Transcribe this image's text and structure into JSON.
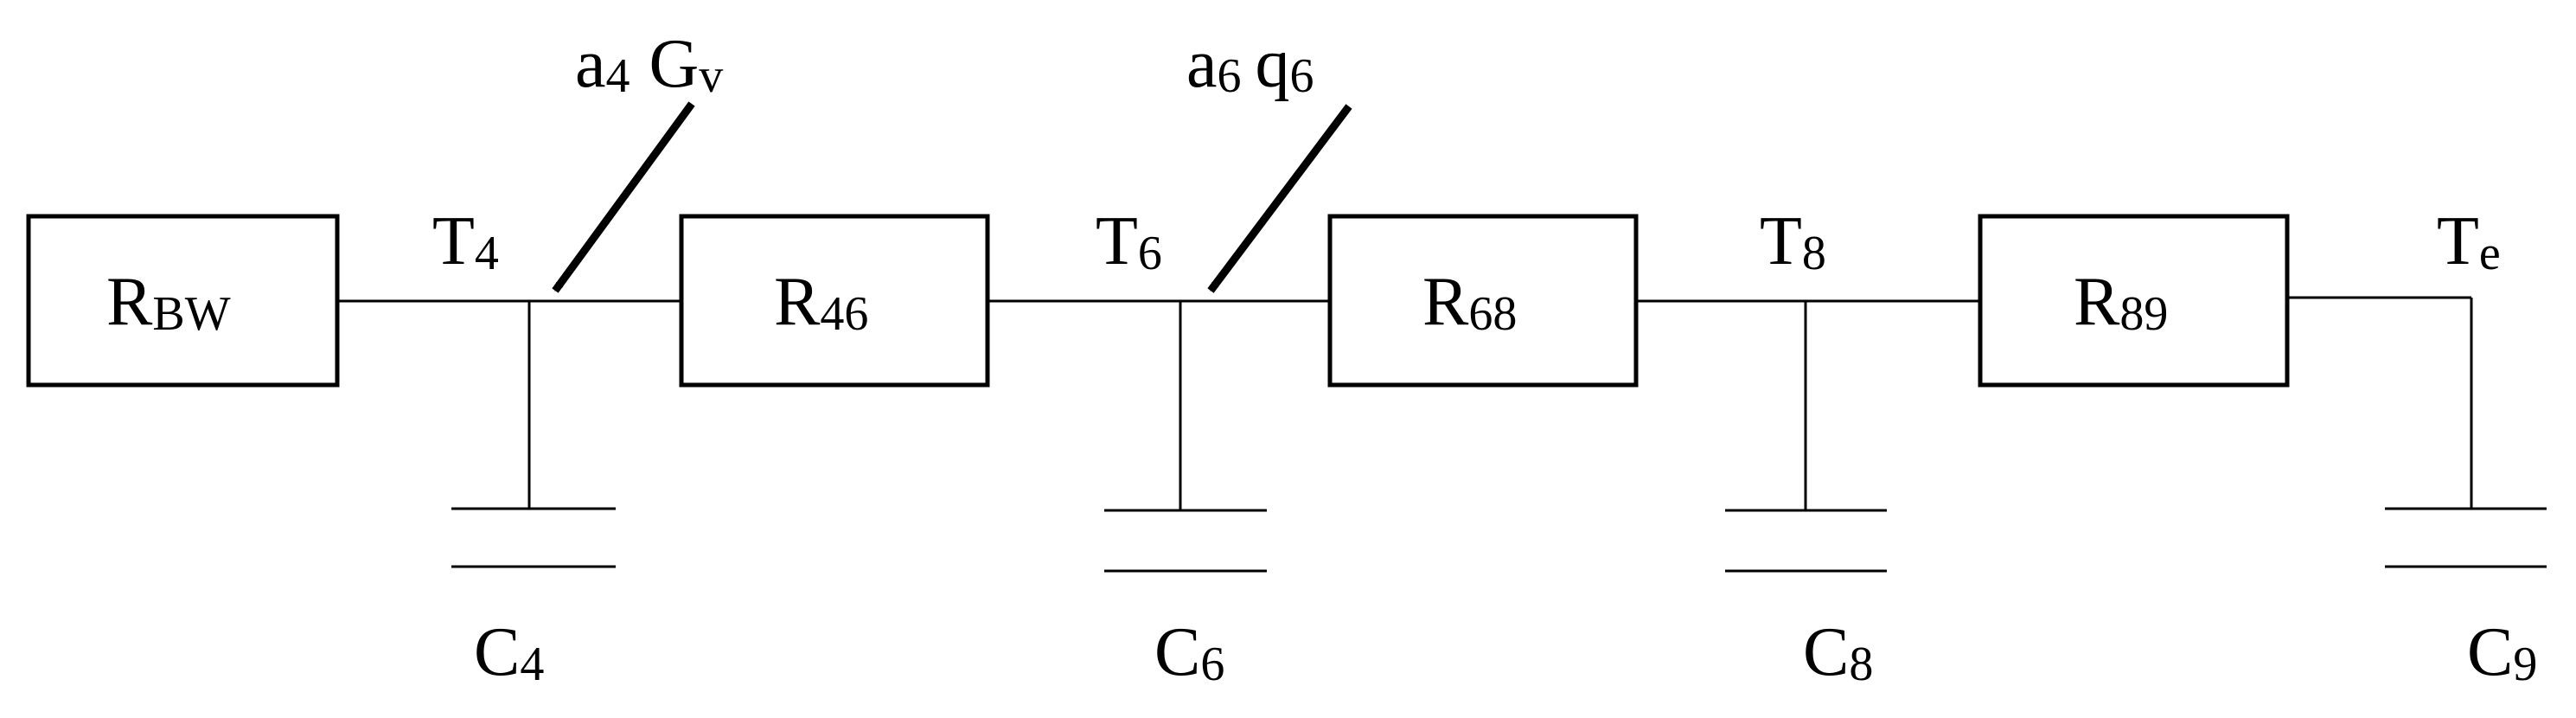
{
  "resistors": [
    {
      "main": "R",
      "sub": "BW"
    },
    {
      "main": "R",
      "sub": "46"
    },
    {
      "main": "R",
      "sub": "68"
    },
    {
      "main": "R",
      "sub": "89"
    }
  ],
  "nodes": [
    {
      "main": "T",
      "sub": "4"
    },
    {
      "main": "T",
      "sub": "6"
    },
    {
      "main": "T",
      "sub": "8"
    },
    {
      "main": "T",
      "sub": "e"
    }
  ],
  "capacitors": [
    {
      "main": "C",
      "sub": "4"
    },
    {
      "main": "C",
      "sub": "6"
    },
    {
      "main": "C",
      "sub": "8"
    },
    {
      "main": "C",
      "sub": "9"
    }
  ],
  "sources": [
    {
      "a_main": "a",
      "a_sub": "4",
      "b_main": "G",
      "b_sub": "v"
    },
    {
      "a_main": "a",
      "a_sub": "6",
      "b_main": "q",
      "b_sub": "6"
    }
  ]
}
